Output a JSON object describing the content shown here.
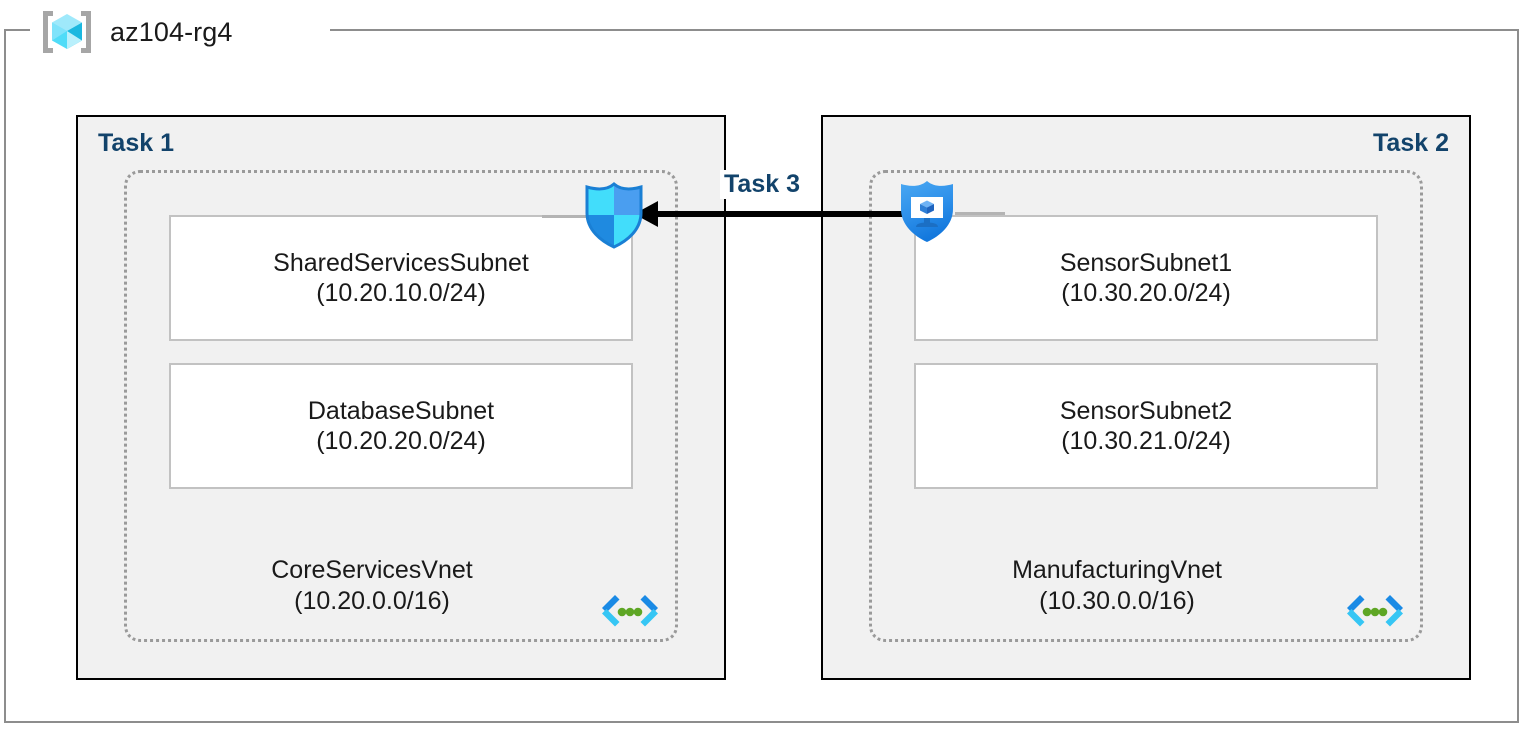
{
  "resource_group": {
    "name": "az104-rg4",
    "icon": "azure-resource-group-icon"
  },
  "tasks": [
    {
      "label": "Task 1",
      "align": "left",
      "vnet": {
        "name": "CoreServicesVnet",
        "cidr": "(10.20.0.0/16)",
        "icon": "virtual-network-icon"
      },
      "subnets": [
        {
          "name": "SharedServicesSubnet",
          "cidr": "(10.20.10.0/24)"
        },
        {
          "name": "DatabaseSubnet",
          "cidr": "(10.20.20.0/24)"
        }
      ]
    },
    {
      "label": "Task 2",
      "align": "right",
      "vnet": {
        "name": "ManufacturingVnet",
        "cidr": "(10.30.0.0/16)",
        "icon": "virtual-network-icon"
      },
      "subnets": [
        {
          "name": "SensorSubnet1",
          "cidr": "(10.30.20.0/24)"
        },
        {
          "name": "SensorSubnet2",
          "cidr": "(10.30.21.0/24)"
        }
      ]
    }
  ],
  "connection": {
    "label": "Task 3",
    "direction": "right-to-left",
    "source_icon": "vm-shield-icon",
    "target_icon": "network-security-group-shield-icon"
  },
  "colors": {
    "task_label": "#12436b",
    "task_box_fill": "#f1f1f1",
    "task_box_border": "#000000",
    "vnet_border": "#9a9a9a",
    "subnet_border": "#c2c2c2",
    "arrow": "#000000",
    "icon_cyan": "#32d3f5",
    "icon_blue": "#1f8ae0",
    "icon_green": "#5ea624"
  }
}
